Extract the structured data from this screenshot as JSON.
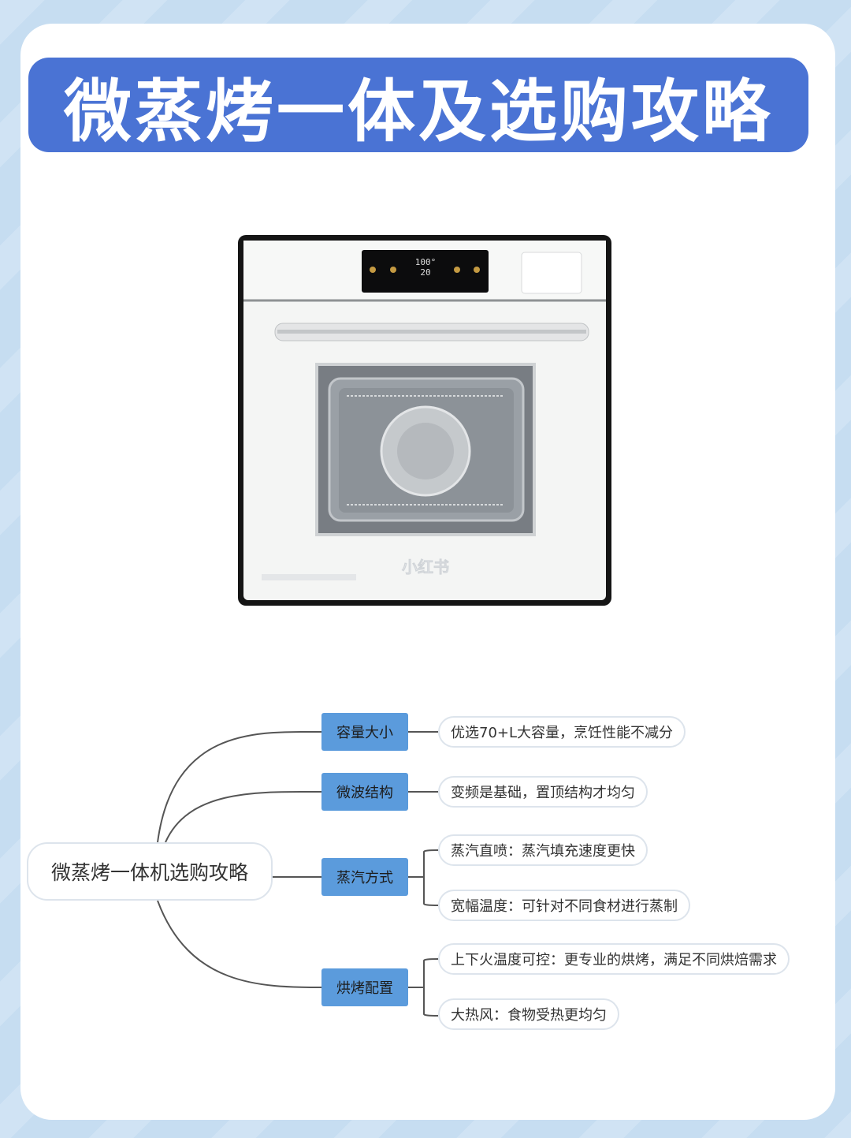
{
  "title": "微蒸烤一体及选购攻略",
  "oven": {
    "display_top": "100°",
    "display_bottom": "20",
    "watermark": "小红书"
  },
  "mindmap": {
    "root": "微蒸烤一体机选购攻略",
    "branches": [
      {
        "label": "容量大小",
        "leaves": [
          "优选70+L大容量，烹饪性能不减分"
        ]
      },
      {
        "label": "微波结构",
        "leaves": [
          "变频是基础，置顶结构才均匀"
        ]
      },
      {
        "label": "蒸汽方式",
        "leaves": [
          "蒸汽直喷：蒸汽填充速度更快",
          "宽幅温度：可针对不同食材进行蒸制"
        ]
      },
      {
        "label": "烘烤配置",
        "leaves": [
          "上下火温度可控：更专业的烘烤，满足不同烘焙需求",
          "大热风：食物受热更均匀"
        ]
      }
    ]
  },
  "colors": {
    "title_bg": "#4a73d4",
    "branch_bg": "#5b9bdc",
    "page_bg": "#c6ddf1"
  }
}
